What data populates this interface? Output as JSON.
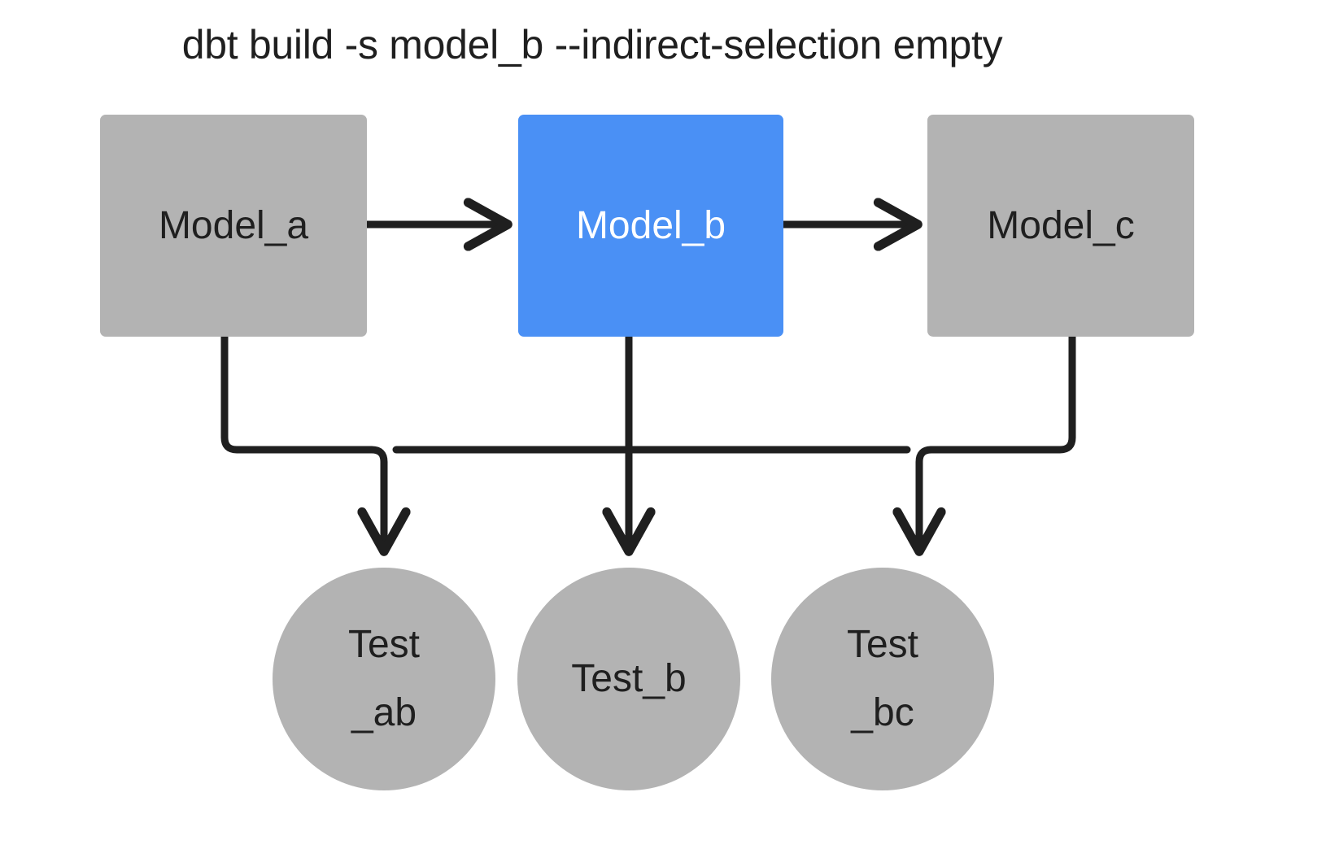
{
  "diagram": {
    "title": "dbt build -s model_b --indirect-selection empty",
    "type": "dag",
    "colors": {
      "background": "#ffffff",
      "node_default": "#b3b3b3",
      "node_selected": "#4a90f5",
      "edge": "#1f1f1f",
      "text_dark": "#1f1f1f",
      "text_light": "#ffffff"
    },
    "models": [
      {
        "id": "model_a",
        "label": "Model_a",
        "shape": "rectangle",
        "state": "unselected",
        "fill": "#b3b3b3"
      },
      {
        "id": "model_b",
        "label": "Model_b",
        "shape": "rectangle",
        "state": "selected",
        "fill": "#4a90f5"
      },
      {
        "id": "model_c",
        "label": "Model_c",
        "shape": "rectangle",
        "state": "unselected",
        "fill": "#b3b3b3"
      }
    ],
    "tests": [
      {
        "id": "test_ab",
        "label_line1": "Test",
        "label_line2": "_ab",
        "shape": "circle",
        "state": "unselected",
        "fill": "#b3b3b3"
      },
      {
        "id": "test_b",
        "label_line1": "Test_b",
        "label_line2": "",
        "shape": "circle",
        "state": "unselected",
        "fill": "#b3b3b3"
      },
      {
        "id": "test_bc",
        "label_line1": "Test",
        "label_line2": "_bc",
        "shape": "circle",
        "state": "unselected",
        "fill": "#b3b3b3"
      }
    ],
    "edges": [
      {
        "from": "model_a",
        "to": "model_b",
        "style": "straight-arrow"
      },
      {
        "from": "model_b",
        "to": "model_c",
        "style": "straight-arrow"
      },
      {
        "from": "model_a",
        "to": "test_ab",
        "style": "orthogonal-arrow"
      },
      {
        "from": "model_b",
        "to": "test_ab",
        "style": "orthogonal-arrow"
      },
      {
        "from": "model_b",
        "to": "test_b",
        "style": "orthogonal-arrow"
      },
      {
        "from": "model_b",
        "to": "test_bc",
        "style": "orthogonal-arrow"
      },
      {
        "from": "model_c",
        "to": "test_bc",
        "style": "orthogonal-arrow"
      }
    ]
  }
}
